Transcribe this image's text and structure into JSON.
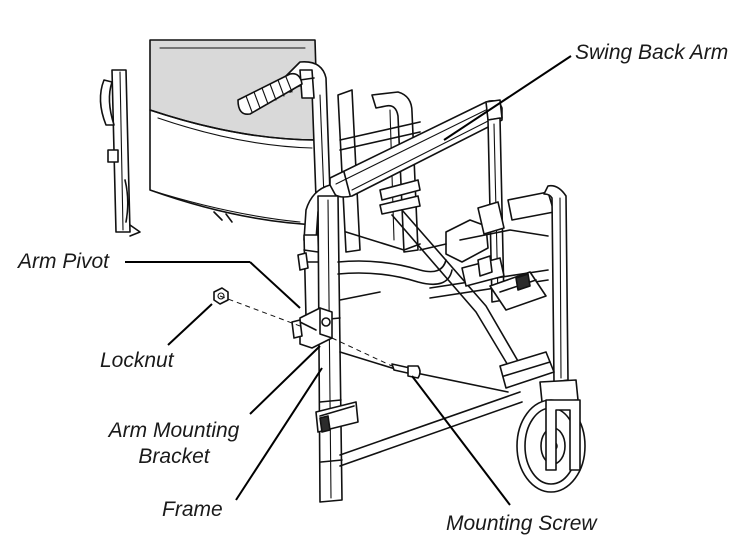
{
  "callouts": {
    "swing_back_arm": "Swing Back Arm",
    "arm_pivot": "Arm Pivot",
    "locknut": "Locknut",
    "arm_mounting_bracket_line1": "Arm Mounting",
    "arm_mounting_bracket_line2": "Bracket",
    "frame": "Frame",
    "mounting_screw": "Mounting Screw"
  }
}
